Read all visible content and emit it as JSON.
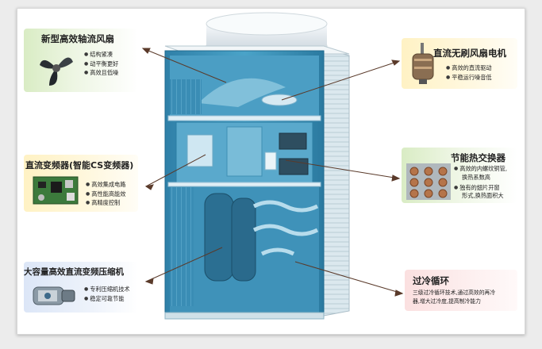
{
  "callouts": {
    "fan": {
      "title": "新型高效轴流风扇",
      "bullets": [
        "结构紧凑",
        "动平衡更好",
        "高效且低噪"
      ]
    },
    "motor": {
      "title": "直流无刷风扇电机",
      "bullets": [
        "高效的直流驱动",
        "平稳运行噪音低"
      ]
    },
    "inverter": {
      "title": "直流变频器(智能CS变频器)",
      "bullets": [
        "高效集成电路",
        "高性能高能效",
        "高精度控制"
      ]
    },
    "exchanger": {
      "title": "节能热交换器",
      "bullets": [
        "高效的内螺纹铜管,",
        "换热系数高",
        "独有的翅片开窗",
        "形式,换热面积大"
      ]
    },
    "compressor": {
      "title": "大容量高效直流变频压缩机",
      "bullets": [
        "专利压缩机技术",
        "稳定可靠节能"
      ]
    },
    "subcool": {
      "title": "过冷循环",
      "text": [
        "三级过冷循环技术,通过高效的再冷",
        "器,增大过冷度,提高制冷能力"
      ]
    }
  }
}
